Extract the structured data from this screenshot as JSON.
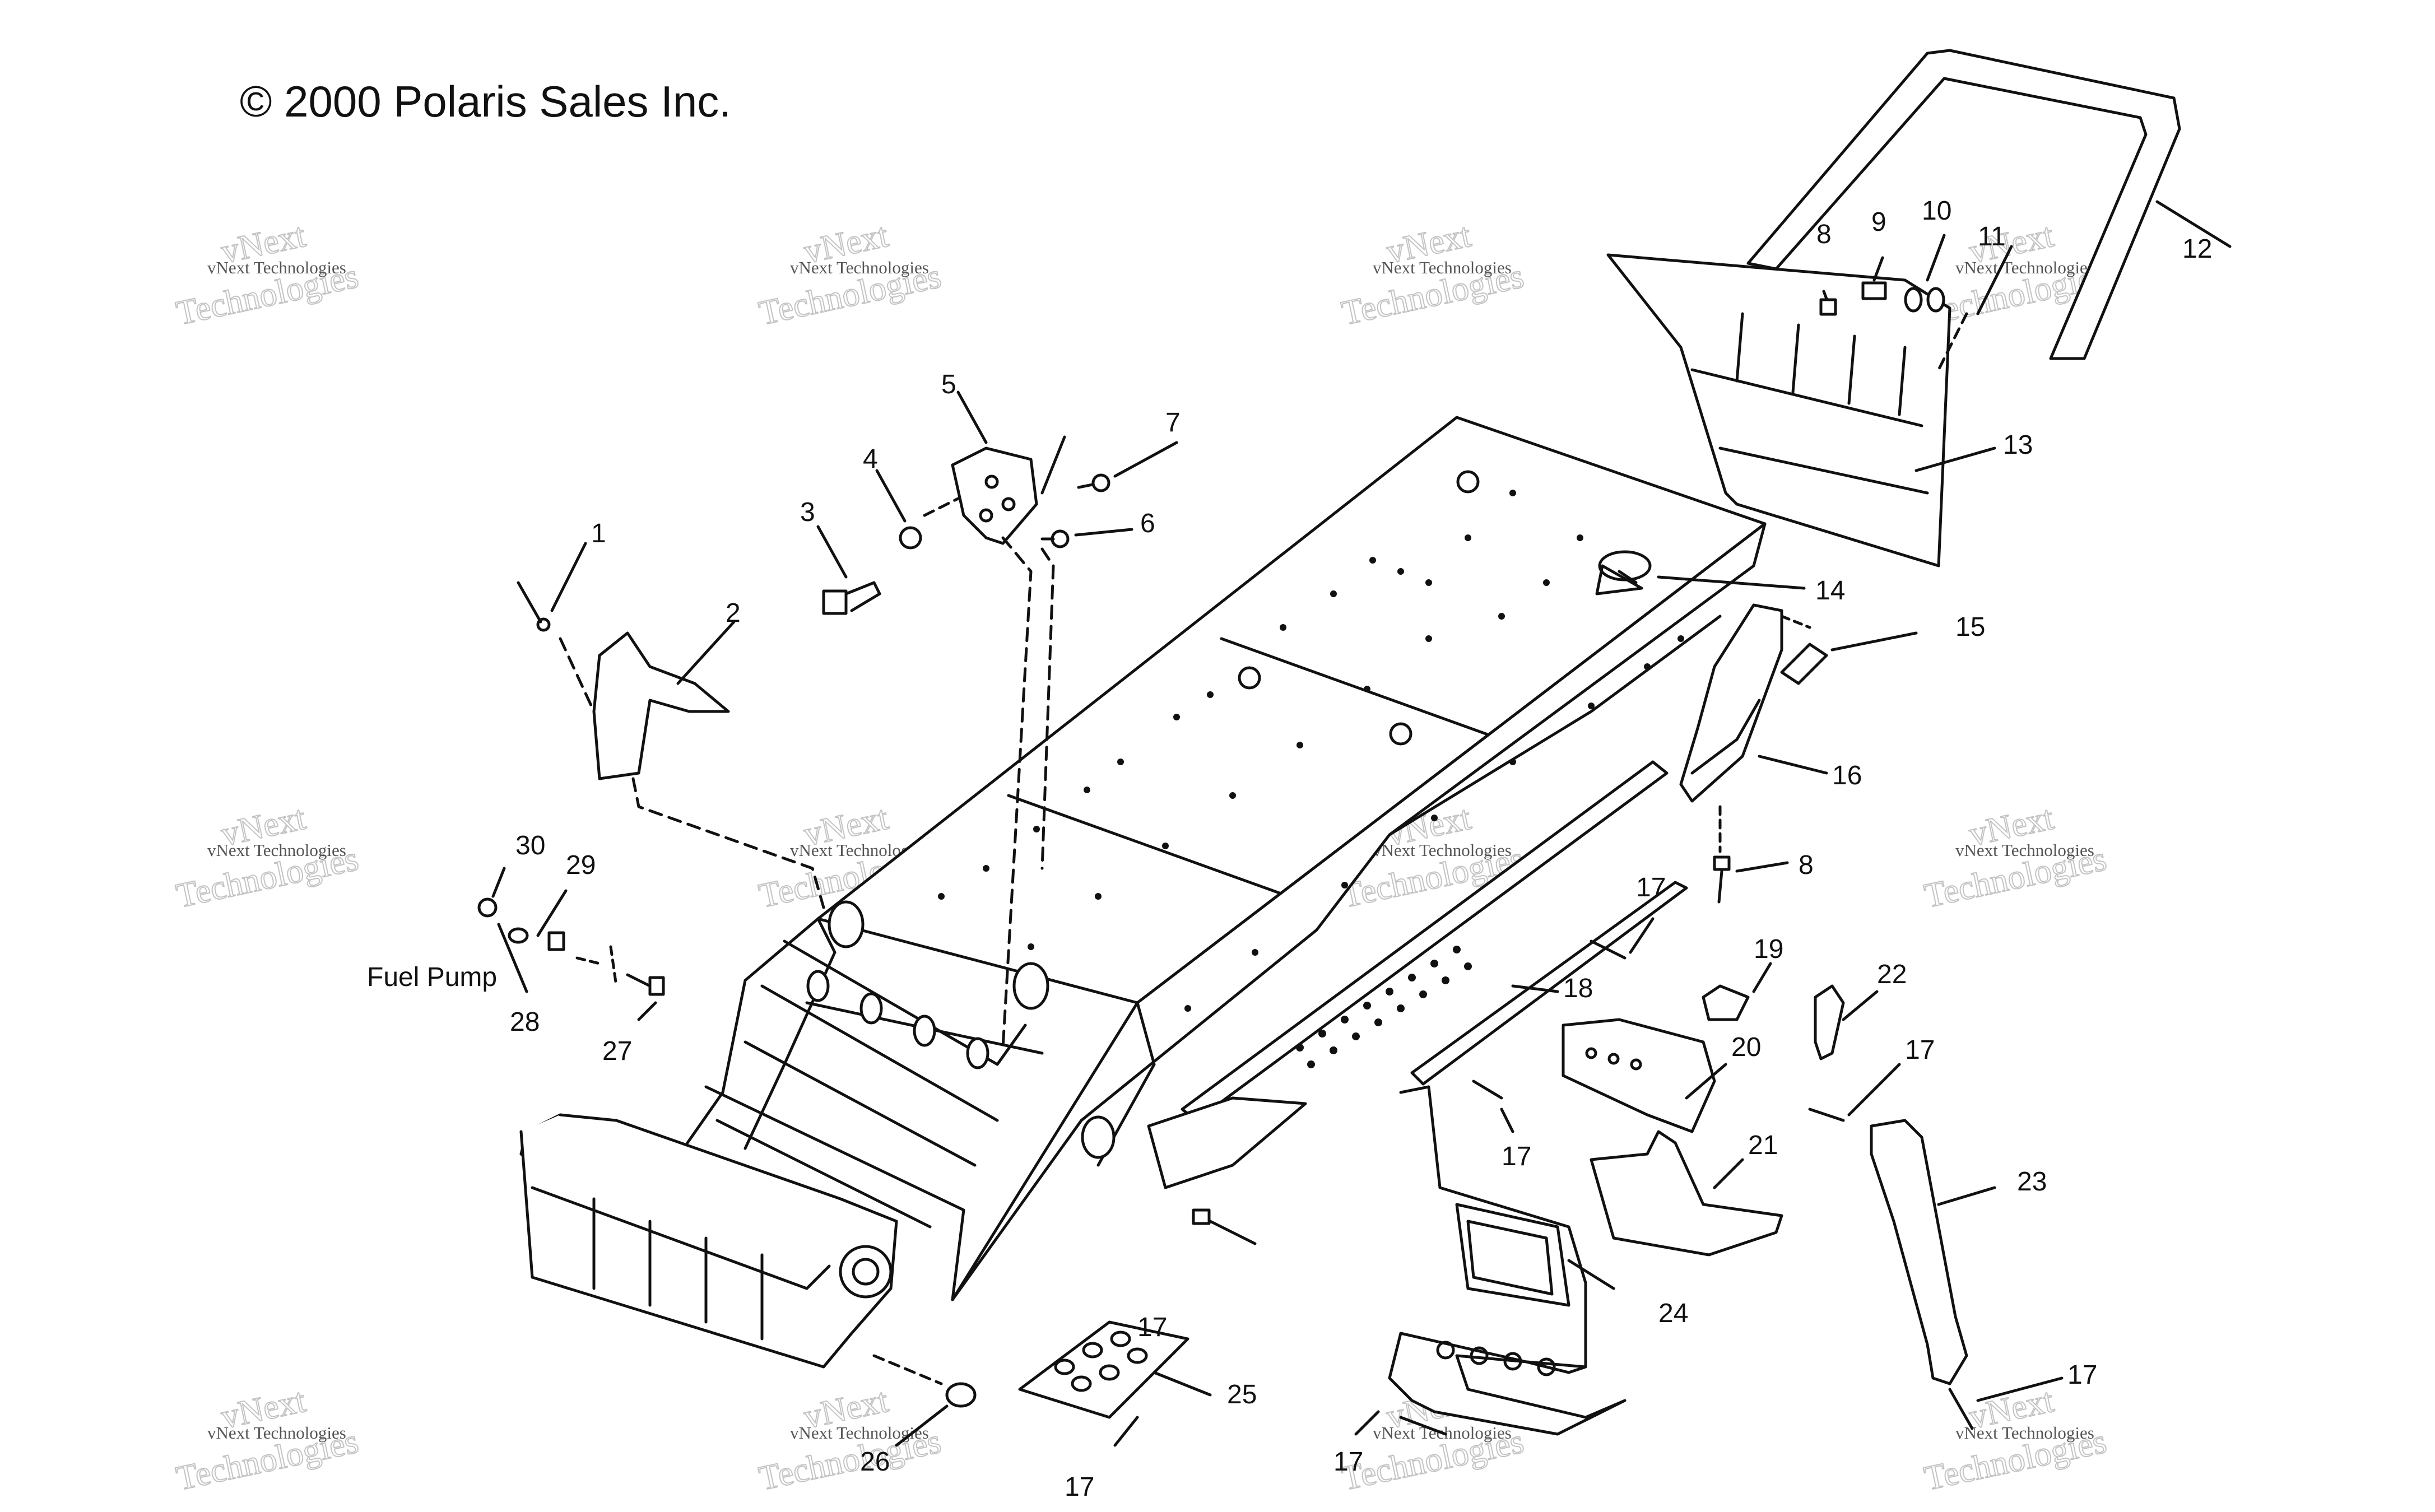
{
  "copyright": "© 2000 Polaris Sales Inc.",
  "labels": [
    {
      "id": "l1",
      "text": "1"
    },
    {
      "id": "l2",
      "text": "2"
    },
    {
      "id": "l3",
      "text": "3"
    },
    {
      "id": "l4",
      "text": "4"
    },
    {
      "id": "l5",
      "text": "5"
    },
    {
      "id": "l6",
      "text": "6"
    },
    {
      "id": "l7",
      "text": "7"
    },
    {
      "id": "l8a",
      "text": "8"
    },
    {
      "id": "l8b",
      "text": "8"
    },
    {
      "id": "l9",
      "text": "9"
    },
    {
      "id": "l10",
      "text": "10"
    },
    {
      "id": "l11",
      "text": "11"
    },
    {
      "id": "l12",
      "text": "12"
    },
    {
      "id": "l13",
      "text": "13"
    },
    {
      "id": "l14",
      "text": "14"
    },
    {
      "id": "l15",
      "text": "15"
    },
    {
      "id": "l16",
      "text": "16"
    },
    {
      "id": "l17a",
      "text": "17"
    },
    {
      "id": "l17b",
      "text": "17"
    },
    {
      "id": "l17c",
      "text": "17"
    },
    {
      "id": "l17d",
      "text": "17"
    },
    {
      "id": "l17e",
      "text": "17"
    },
    {
      "id": "l17f",
      "text": "17"
    },
    {
      "id": "l17g",
      "text": "17"
    },
    {
      "id": "l18",
      "text": "18"
    },
    {
      "id": "l19",
      "text": "19"
    },
    {
      "id": "l20",
      "text": "20"
    },
    {
      "id": "l21",
      "text": "21"
    },
    {
      "id": "l22",
      "text": "22"
    },
    {
      "id": "l23",
      "text": "23"
    },
    {
      "id": "l24",
      "text": "24"
    },
    {
      "id": "l25",
      "text": "25"
    },
    {
      "id": "l26",
      "text": "26"
    },
    {
      "id": "l27",
      "text": "27"
    },
    {
      "id": "l28",
      "text": "28"
    },
    {
      "id": "l29",
      "text": "29"
    },
    {
      "id": "l30",
      "text": "30"
    },
    {
      "id": "lfp",
      "text": "Fuel Pump"
    }
  ],
  "watermark": {
    "line1": "vNext Technologies",
    "line2": "Technologies",
    "line3": "vNext"
  },
  "colors": {
    "line": "#111111",
    "watermark": "#c4c4c4"
  }
}
